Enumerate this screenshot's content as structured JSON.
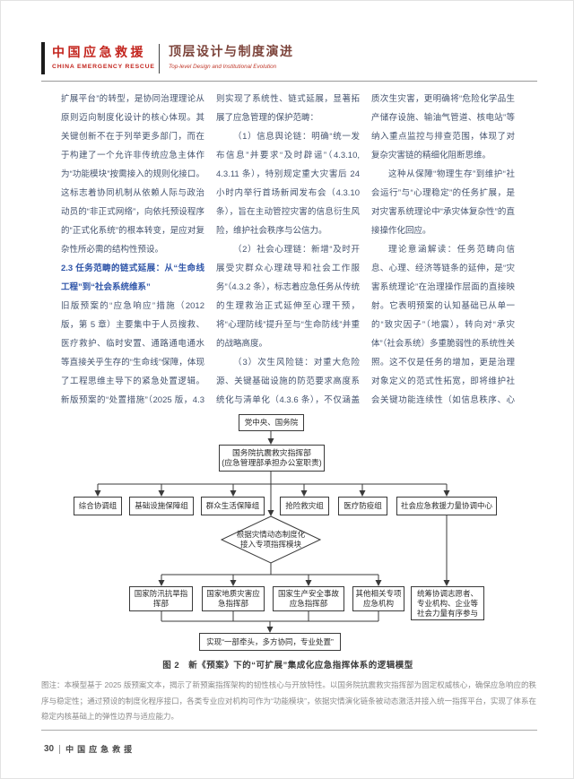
{
  "header": {
    "brand_cn": "中国应急救援",
    "brand_en": "CHINA EMERGENCY RESCUE",
    "section_cn": "顶层设计与制度演进",
    "section_en": "Top-level Design and Institutional Evolution"
  },
  "article": {
    "col1": {
      "p1": "扩展平台”的转型，是协同治理理论从原则迈向制度化设计的核心体现。其关键创新不在于列举更多部门，而在于构建了一个允许非传统应急主体作为“功能模块”按需接入的规则化接口。这标志着协同机制从依赖人际与政治动员的“非正式网络”，向依托预设程序的“正式化系统”的根本转变，是应对复杂性所必需的结构性预设。",
      "heading": "2.3 任务范畴的链式延展：从“生命线工程”到“社会系统维系”",
      "p2": "旧版预案的“应急响应”措施（2012 版，第 5 章）主要集中于人员搜救、医疗救护、临时安置、通路通电通水等直接关乎生存的“生命线”保障，体现了工程思维主导下的紧急处置逻辑。新版预案的“处置措施”（2025 版，4.3 条）"
    },
    "col2": {
      "p1": "则实现了系统性、链式延展，显著拓展了应急管理的保护范畴：",
      "p2": "（1）信息舆论链：明确“统一发布信息”并要求“及时辟谣”（4.3.10, 4.3.11 条），特别规定重大灾害后 24 小时内举行首场新闻发布会（4.3.10 条），旨在主动管控灾害的信息衍生风险，维护社会秩序与公信力。",
      "p3": "（2）社会心理链：新增“及时开展受灾群众心理疏导和社会工作服务”（4.3.2 条），标志着应急任务从传统的生理救治正式延伸至心理干预，将“心理防线”提升至与“生命防线”并重的战略高度。",
      "p4": "（3）次生风险链：对重大危险源、关键基础设施的防范要求高度系统化与清单化（4.3.6 条），不仅涵盖传统的地"
    },
    "col3": {
      "p1": "质次生灾害，更明确将“危险化学品生产储存设施、输油气管道、核电站”等纳入重点监控与排查范围，体现了对复杂灾害链的精细化阻断思维。",
      "p2": "这种从保障“物理生存”到维护“社会运行”与“心理稳定”的任务扩展，是对灾害系统理论中“承灾体复杂性”的直接操作化回应。",
      "p3": "理论意涵解读：任务范畴向信息、心理、经济等链条的延伸，是“灾害系统理论”在治理操作层面的直接映射。它表明预案的认知基础已从单一的“致灾因子”（地震），转向对“承灾体”（社会系统）多重脆弱性的系统性关照。这不仅是任务的增加，更是治理对象定义的范式性拓宽，即将维护社会关键功能连续性（如信息秩序、心理稳定）确"
    }
  },
  "figure": {
    "nodes": {
      "top": "党中央、国务院",
      "hq_line1": "国务院抗震救灾指挥部",
      "hq_line2": "(应急管理部承担办公室职责)",
      "groups": [
        "综合协调组",
        "基础设施保障组",
        "群众生活保障组",
        "抢险救灾组",
        "医疗防疫组",
        "社会应急救援力量协调中心"
      ],
      "diamond_line1": "根据灾情动态制度化",
      "diamond_line2": "接入专项指挥模块",
      "specials": [
        "国家防汛抗旱指挥部",
        "国家地质灾害应急指挥部",
        "国家生产安全事故应急指挥部",
        "其他相关专项应急机构"
      ],
      "social": "统筹协调志愿者、专业机构、企业等社会力量有序参与",
      "result": "实现“一部牵头，多方协同，专业处置”"
    },
    "caption": "图 2　新《预案》下的“可扩展”集成化应急指挥体系的逻辑模型",
    "note": "图注：本模型基于 2025 版预案文本，揭示了新预案指挥架构的韧性核心与开放特性。以国务院抗震救灾指挥部为固定权威核心，确保应急响应的秩序与稳定性；通过预设的制度化程序接口，各类专业应对机构可作为“功能模块”，依据灾情演化链条被动态激活并接入统一指挥平台，实现了体系在稳定内核基础上的弹性边界与适应能力。"
  },
  "footer": {
    "page_number": "30",
    "journal_name": "中国应急救援"
  },
  "colors": {
    "brand_red": "#c3251e",
    "section_title": "#7d453c",
    "heading_blue": "#2f55a8",
    "body_text": "#44536e",
    "flowchart_line": "#3a3a3a"
  }
}
